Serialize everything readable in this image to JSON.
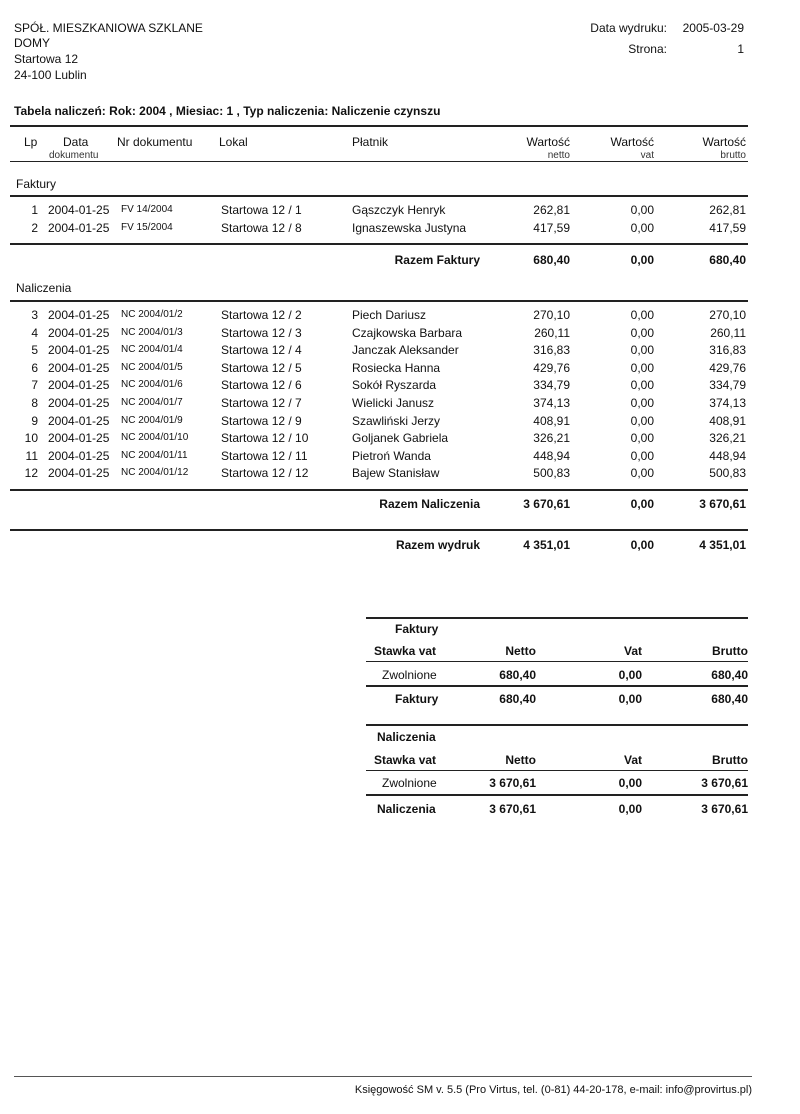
{
  "company": {
    "line1": "SPÓŁ. MIESZKANIOWA SZKLANE",
    "line2": "DOMY",
    "street": "Startowa 12",
    "city": "24-100 Lublin"
  },
  "meta": {
    "print_date_label": "Data wydruku:",
    "print_date": "2005-03-29",
    "page_label": "Strona:",
    "page_number": "1"
  },
  "title": {
    "label": "Tabela naliczeń:",
    "value": "Rok: 2004 , Miesiac: 1 , Typ naliczenia: Naliczenie czynszu"
  },
  "columns": {
    "lp": "Lp",
    "date_1": "Data",
    "date_2": "dokumentu",
    "doc": "Nr dokumentu",
    "unit": "Lokal",
    "payer": "Płatnik",
    "net_1": "Wartość",
    "net_2": "netto",
    "vat_1": "Wartość",
    "vat_2": "vat",
    "gross_1": "Wartość",
    "gross_2": "brutto"
  },
  "sections": [
    {
      "title": "Faktury",
      "rows": [
        {
          "lp": "1",
          "date": "2004-01-25",
          "doc": "FV 14/2004",
          "unit": "Startowa 12 / 1",
          "payer": "Gąszczyk Henryk",
          "net": "262,81",
          "vat": "0,00",
          "gross": "262,81"
        },
        {
          "lp": "2",
          "date": "2004-01-25",
          "doc": "FV 15/2004",
          "unit": "Startowa 12 / 8",
          "payer": "Ignaszewska Justyna",
          "net": "417,59",
          "vat": "0,00",
          "gross": "417,59"
        }
      ],
      "total_label": "Razem Faktury",
      "total_net": "680,40",
      "total_vat": "0,00",
      "total_gross": "680,40"
    },
    {
      "title": "Naliczenia",
      "rows": [
        {
          "lp": "3",
          "date": "2004-01-25",
          "doc": "NC 2004/01/2",
          "unit": "Startowa 12 / 2",
          "payer": "Piech Dariusz",
          "net": "270,10",
          "vat": "0,00",
          "gross": "270,10"
        },
        {
          "lp": "4",
          "date": "2004-01-25",
          "doc": "NC 2004/01/3",
          "unit": "Startowa 12 / 3",
          "payer": "Czajkowska Barbara",
          "net": "260,11",
          "vat": "0,00",
          "gross": "260,11"
        },
        {
          "lp": "5",
          "date": "2004-01-25",
          "doc": "NC 2004/01/4",
          "unit": "Startowa 12 / 4",
          "payer": "Janczak Aleksander",
          "net": "316,83",
          "vat": "0,00",
          "gross": "316,83"
        },
        {
          "lp": "6",
          "date": "2004-01-25",
          "doc": "NC 2004/01/5",
          "unit": "Startowa 12 / 5",
          "payer": "Rosiecka Hanna",
          "net": "429,76",
          "vat": "0,00",
          "gross": "429,76"
        },
        {
          "lp": "7",
          "date": "2004-01-25",
          "doc": "NC 2004/01/6",
          "unit": "Startowa 12 / 6",
          "payer": "Sokół Ryszarda",
          "net": "334,79",
          "vat": "0,00",
          "gross": "334,79"
        },
        {
          "lp": "8",
          "date": "2004-01-25",
          "doc": "NC 2004/01/7",
          "unit": "Startowa 12 / 7",
          "payer": "Wielicki Janusz",
          "net": "374,13",
          "vat": "0,00",
          "gross": "374,13"
        },
        {
          "lp": "9",
          "date": "2004-01-25",
          "doc": "NC 2004/01/9",
          "unit": "Startowa 12 / 9",
          "payer": "Szawliński Jerzy",
          "net": "408,91",
          "vat": "0,00",
          "gross": "408,91"
        },
        {
          "lp": "10",
          "date": "2004-01-25",
          "doc": "NC 2004/01/10",
          "unit": "Startowa 12 / 10",
          "payer": "Goljanek Gabriela",
          "net": "326,21",
          "vat": "0,00",
          "gross": "326,21"
        },
        {
          "lp": "11",
          "date": "2004-01-25",
          "doc": "NC 2004/01/11",
          "unit": "Startowa 12 / 11",
          "payer": "Pietroń Wanda",
          "net": "448,94",
          "vat": "0,00",
          "gross": "448,94"
        },
        {
          "lp": "12",
          "date": "2004-01-25",
          "doc": "NC 2004/01/12",
          "unit": "Startowa 12 / 12",
          "payer": "Bajew Stanisław",
          "net": "500,83",
          "vat": "0,00",
          "gross": "500,83"
        }
      ],
      "total_label": "Razem Naliczenia",
      "total_net": "3 670,61",
      "total_vat": "0,00",
      "total_gross": "3 670,61"
    }
  ],
  "grand_total": {
    "label": "Razem wydruk",
    "net": "4 351,01",
    "vat": "0,00",
    "gross": "4 351,01"
  },
  "summaries": [
    {
      "title": "Faktury",
      "head_rate": "Stawka vat",
      "head_net": "Netto",
      "head_vat": "Vat",
      "head_gross": "Brutto",
      "rate": "Zwolnione",
      "net": "680,40",
      "vat": "0,00",
      "gross": "680,40",
      "total_label": "Faktury",
      "total_net": "680,40",
      "total_vat": "0,00",
      "total_gross": "680,40"
    },
    {
      "title": "Naliczenia",
      "head_rate": "Stawka vat",
      "head_net": "Netto",
      "head_vat": "Vat",
      "head_gross": "Brutto",
      "rate": "Zwolnione",
      "net": "3 670,61",
      "vat": "0,00",
      "gross": "3 670,61",
      "total_label": "Naliczenia",
      "total_net": "3 670,61",
      "total_vat": "0,00",
      "total_gross": "3 670,61"
    }
  ],
  "footer": "Księgowość SM v. 5.5 (Pro Virtus, tel. (0-81) 44-20-178, e-mail: info@provirtus.pl)"
}
